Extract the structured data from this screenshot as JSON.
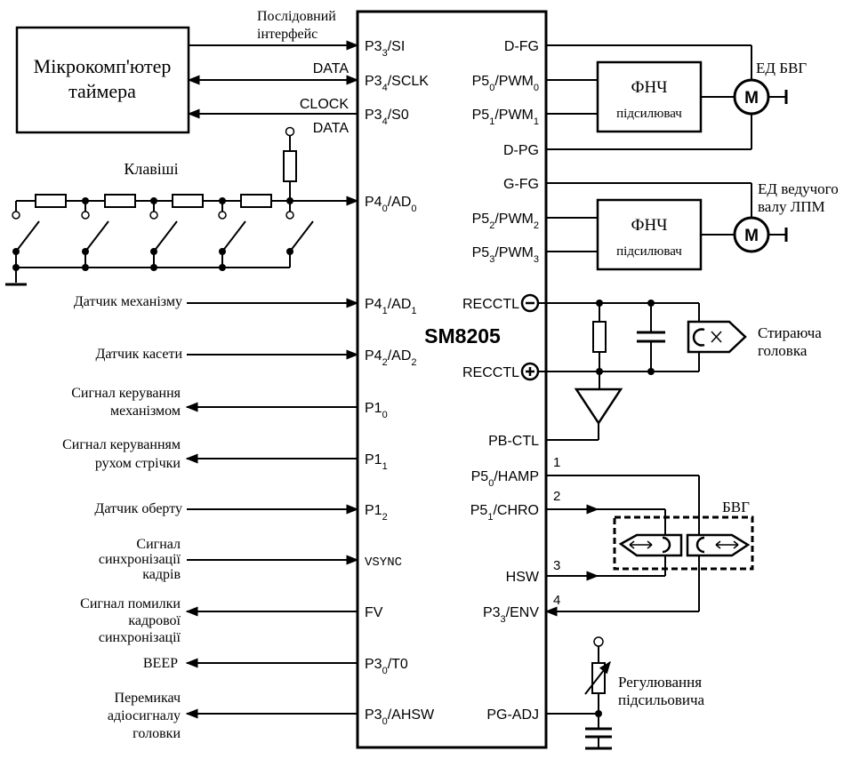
{
  "chip": {
    "name": "SM8205"
  },
  "left_pins": [
    {
      "id": "si",
      "main": "P3",
      "sub": "3",
      "tail": "/SI",
      "sub2": ""
    },
    {
      "id": "sclk",
      "main": "P3",
      "sub": "4",
      "tail": "/SCLK",
      "sub2": ""
    },
    {
      "id": "s0",
      "main": "P3",
      "sub": "4",
      "tail": "/S0",
      "sub2": ""
    },
    {
      "id": "ad0",
      "main": "P4",
      "sub": "0",
      "tail": "/AD",
      "sub2": "0"
    },
    {
      "id": "ad1",
      "main": "P4",
      "sub": "1",
      "tail": "/AD",
      "sub2": "1"
    },
    {
      "id": "ad2",
      "main": "P4",
      "sub": "2",
      "tail": "/AD",
      "sub2": "2"
    },
    {
      "id": "p10",
      "main": "P1",
      "sub": "0",
      "tail": "",
      "sub2": ""
    },
    {
      "id": "p11",
      "main": "P1",
      "sub": "1",
      "tail": "",
      "sub2": ""
    },
    {
      "id": "p12",
      "main": "P1",
      "sub": "2",
      "tail": "",
      "sub2": ""
    },
    {
      "id": "vsync",
      "main": "VSYNC",
      "sub": "",
      "tail": "",
      "sub2": ""
    },
    {
      "id": "fv",
      "main": "FV",
      "sub": "",
      "tail": "",
      "sub2": ""
    },
    {
      "id": "t0",
      "main": "P3",
      "sub": "0",
      "tail": "/T0",
      "sub2": ""
    },
    {
      "id": "ahsw",
      "main": "P3",
      "sub": "0",
      "tail": "/AHSW",
      "sub2": ""
    }
  ],
  "right_pins": [
    {
      "id": "dfg",
      "main": "D-FG",
      "sub": "",
      "tail": "",
      "sub2": ""
    },
    {
      "id": "pwm0",
      "main": "P5",
      "sub": "0",
      "tail": "/PWM",
      "sub2": "0"
    },
    {
      "id": "pwm1",
      "main": "P5",
      "sub": "1",
      "tail": "/PWM",
      "sub2": "1"
    },
    {
      "id": "dpg",
      "main": "D-PG",
      "sub": "",
      "tail": "",
      "sub2": ""
    },
    {
      "id": "gfg",
      "main": "G-FG",
      "sub": "",
      "tail": "",
      "sub2": ""
    },
    {
      "id": "pwm2",
      "main": "P5",
      "sub": "2",
      "tail": "/PWM",
      "sub2": "2"
    },
    {
      "id": "pwm3",
      "main": "P5",
      "sub": "3",
      "tail": "/PWM",
      "sub2": "3"
    },
    {
      "id": "recm",
      "main": "RECCTL",
      "sub": "",
      "tail": "",
      "sub2": ""
    },
    {
      "id": "recp",
      "main": "RECCTL",
      "sub": "",
      "tail": "",
      "sub2": ""
    },
    {
      "id": "pbctl",
      "main": "PB-CTL",
      "sub": "",
      "tail": "",
      "sub2": ""
    },
    {
      "id": "hamp",
      "main": "P5",
      "sub": "0",
      "tail": "/HAMP",
      "sub2": ""
    },
    {
      "id": "chro",
      "main": "P5",
      "sub": "1",
      "tail": "/CHRO",
      "sub2": ""
    },
    {
      "id": "hsw",
      "main": "HSW",
      "sub": "",
      "tail": "",
      "sub2": ""
    },
    {
      "id": "env",
      "main": "P3",
      "sub": "3",
      "tail": "/ENV",
      "sub2": ""
    },
    {
      "id": "pgadj",
      "main": "PG-ADJ",
      "sub": "",
      "tail": "",
      "sub2": ""
    }
  ],
  "microcomputer": {
    "line1": "Мікрокомп'ютер",
    "line2": "таймера"
  },
  "serial_label": {
    "line1": "Послідовний",
    "line2": "інтерфейс"
  },
  "bus_labels": {
    "data": "DATA",
    "clock": "CLOCK",
    "data2": "DATA"
  },
  "keys_label": "Клавіші",
  "left_signals": {
    "mech_sensor": "Датчик механізму",
    "cassette_sensor": "Датчик касети",
    "mech_ctrl": [
      "Сигнал керування",
      "механізмом"
    ],
    "tape_ctrl": [
      "Сигнал керуванням",
      "рухом стрічки"
    ],
    "rev_sensor": "Датчик оберту",
    "frame_sync": [
      "Сигнал",
      "синхронізації",
      "кадрів"
    ],
    "sync_error": [
      "Сигнал помилки",
      "кадрової",
      "синхронізації"
    ],
    "beep": "BEEP",
    "audio_switch": [
      "Перемикач",
      "адіосигналу",
      "головки"
    ]
  },
  "filter_block": {
    "line1": "ФНЧ",
    "line2": "підсилювач"
  },
  "motor_glyph": "M",
  "motor_drum_label": "ЕД БВГ",
  "motor_capstan_label": [
    "ЕД ведучого",
    "валу ЛПМ"
  ],
  "erase_head": [
    "Стираюча",
    "головка"
  ],
  "head_block_label": "БВГ",
  "head_lines": [
    "1",
    "2",
    "3",
    "4"
  ],
  "pg_adjust": [
    "Регулювання",
    "підсильовича"
  ],
  "colors": {
    "ink": "#000000",
    "background": "#ffffff"
  }
}
